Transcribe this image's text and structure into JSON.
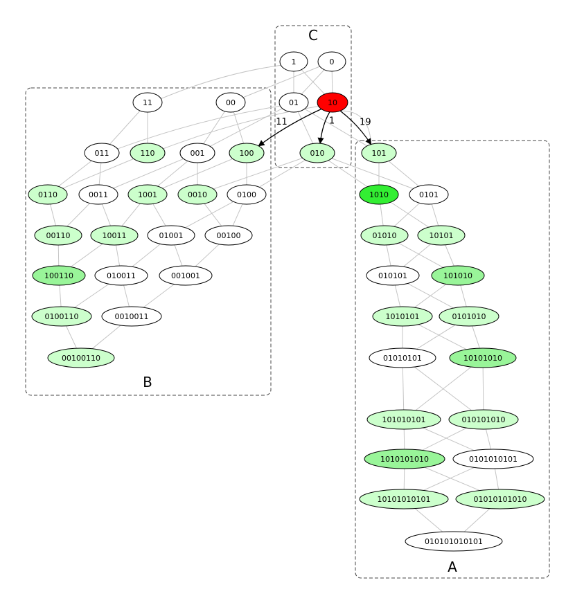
{
  "colors": {
    "white": "#ffffff",
    "light_green": "#ccffcc",
    "mid_green": "#99f599",
    "bright_green": "#33ee33",
    "red": "#ff0000"
  },
  "clusters": [
    {
      "id": "C",
      "label": "C"
    },
    {
      "id": "B",
      "label": "B"
    },
    {
      "id": "A",
      "label": "A"
    }
  ],
  "nodes": [
    {
      "id": "1",
      "label": "1",
      "fill": "white"
    },
    {
      "id": "0",
      "label": "0",
      "fill": "white"
    },
    {
      "id": "01",
      "label": "01",
      "fill": "white"
    },
    {
      "id": "10",
      "label": "10",
      "fill": "red"
    },
    {
      "id": "010",
      "label": "010",
      "fill": "light_green"
    },
    {
      "id": "11",
      "label": "11",
      "fill": "white"
    },
    {
      "id": "00",
      "label": "00",
      "fill": "white"
    },
    {
      "id": "011",
      "label": "011",
      "fill": "white"
    },
    {
      "id": "110",
      "label": "110",
      "fill": "light_green"
    },
    {
      "id": "001",
      "label": "001",
      "fill": "white"
    },
    {
      "id": "100",
      "label": "100",
      "fill": "light_green"
    },
    {
      "id": "0110",
      "label": "0110",
      "fill": "light_green"
    },
    {
      "id": "0011",
      "label": "0011",
      "fill": "white"
    },
    {
      "id": "1001",
      "label": "1001",
      "fill": "light_green"
    },
    {
      "id": "0010",
      "label": "0010",
      "fill": "light_green"
    },
    {
      "id": "0100",
      "label": "0100",
      "fill": "white"
    },
    {
      "id": "00110",
      "label": "00110",
      "fill": "light_green"
    },
    {
      "id": "10011",
      "label": "10011",
      "fill": "light_green"
    },
    {
      "id": "01001",
      "label": "01001",
      "fill": "white"
    },
    {
      "id": "00100",
      "label": "00100",
      "fill": "white"
    },
    {
      "id": "100110",
      "label": "100110",
      "fill": "mid_green"
    },
    {
      "id": "010011",
      "label": "010011",
      "fill": "white"
    },
    {
      "id": "001001",
      "label": "001001",
      "fill": "white"
    },
    {
      "id": "0100110",
      "label": "0100110",
      "fill": "light_green"
    },
    {
      "id": "0010011",
      "label": "0010011",
      "fill": "white"
    },
    {
      "id": "00100110",
      "label": "00100110",
      "fill": "light_green"
    },
    {
      "id": "101",
      "label": "101",
      "fill": "light_green"
    },
    {
      "id": "1010",
      "label": "1010",
      "fill": "bright_green"
    },
    {
      "id": "0101",
      "label": "0101",
      "fill": "white"
    },
    {
      "id": "01010",
      "label": "01010",
      "fill": "light_green"
    },
    {
      "id": "10101",
      "label": "10101",
      "fill": "light_green"
    },
    {
      "id": "010101",
      "label": "010101",
      "fill": "white"
    },
    {
      "id": "101010",
      "label": "101010",
      "fill": "mid_green"
    },
    {
      "id": "1010101",
      "label": "1010101",
      "fill": "light_green"
    },
    {
      "id": "0101010",
      "label": "0101010",
      "fill": "light_green"
    },
    {
      "id": "01010101",
      "label": "01010101",
      "fill": "white"
    },
    {
      "id": "10101010",
      "label": "10101010",
      "fill": "mid_green"
    },
    {
      "id": "101010101",
      "label": "101010101",
      "fill": "light_green"
    },
    {
      "id": "010101010",
      "label": "010101010",
      "fill": "light_green"
    },
    {
      "id": "1010101010",
      "label": "1010101010",
      "fill": "mid_green"
    },
    {
      "id": "0101010101",
      "label": "0101010101",
      "fill": "white"
    },
    {
      "id": "10101010101",
      "label": "10101010101",
      "fill": "light_green"
    },
    {
      "id": "01010101010",
      "label": "01010101010",
      "fill": "light_green"
    },
    {
      "id": "010101010101",
      "label": "010101010101",
      "fill": "white"
    }
  ],
  "edges": [
    {
      "from": "1",
      "to": "01"
    },
    {
      "from": "1",
      "to": "11"
    },
    {
      "from": "1",
      "to": "10"
    },
    {
      "from": "0",
      "to": "01"
    },
    {
      "from": "0",
      "to": "00"
    },
    {
      "from": "0",
      "to": "10"
    },
    {
      "from": "01",
      "to": "010"
    },
    {
      "from": "01",
      "to": "011"
    },
    {
      "from": "01",
      "to": "001"
    },
    {
      "from": "01",
      "to": "101"
    },
    {
      "from": "10",
      "to": "110"
    },
    {
      "from": "10",
      "to": "101",
      "bg": true
    },
    {
      "from": "11",
      "to": "011"
    },
    {
      "from": "11",
      "to": "110"
    },
    {
      "from": "00",
      "to": "001"
    },
    {
      "from": "00",
      "to": "100"
    },
    {
      "from": "011",
      "to": "0110"
    },
    {
      "from": "011",
      "to": "0011"
    },
    {
      "from": "110",
      "to": "0110"
    },
    {
      "from": "001",
      "to": "0011"
    },
    {
      "from": "001",
      "to": "1001"
    },
    {
      "from": "001",
      "to": "0010"
    },
    {
      "from": "100",
      "to": "1001"
    },
    {
      "from": "100",
      "to": "0100"
    },
    {
      "from": "010",
      "to": "0010"
    },
    {
      "from": "010",
      "to": "0100"
    },
    {
      "from": "010",
      "to": "1010"
    },
    {
      "from": "010",
      "to": "0101"
    },
    {
      "from": "0110",
      "to": "00110"
    },
    {
      "from": "0011",
      "to": "00110"
    },
    {
      "from": "0011",
      "to": "10011"
    },
    {
      "from": "1001",
      "to": "10011"
    },
    {
      "from": "1001",
      "to": "01001"
    },
    {
      "from": "0010",
      "to": "00100"
    },
    {
      "from": "0100",
      "to": "01001"
    },
    {
      "from": "0100",
      "to": "00100"
    },
    {
      "from": "00110",
      "to": "100110"
    },
    {
      "from": "10011",
      "to": "100110"
    },
    {
      "from": "10011",
      "to": "010011"
    },
    {
      "from": "01001",
      "to": "010011"
    },
    {
      "from": "01001",
      "to": "001001"
    },
    {
      "from": "00100",
      "to": "001001"
    },
    {
      "from": "100110",
      "to": "0100110"
    },
    {
      "from": "010011",
      "to": "0100110"
    },
    {
      "from": "010011",
      "to": "0010011"
    },
    {
      "from": "001001",
      "to": "0010011"
    },
    {
      "from": "0100110",
      "to": "00100110"
    },
    {
      "from": "0010011",
      "to": "00100110"
    },
    {
      "from": "101",
      "to": "1010"
    },
    {
      "from": "101",
      "to": "0101"
    },
    {
      "from": "1010",
      "to": "01010"
    },
    {
      "from": "1010",
      "to": "10101"
    },
    {
      "from": "0101",
      "to": "01010"
    },
    {
      "from": "0101",
      "to": "10101"
    },
    {
      "from": "01010",
      "to": "010101"
    },
    {
      "from": "01010",
      "to": "101010"
    },
    {
      "from": "10101",
      "to": "010101"
    },
    {
      "from": "10101",
      "to": "101010"
    },
    {
      "from": "010101",
      "to": "1010101"
    },
    {
      "from": "010101",
      "to": "0101010"
    },
    {
      "from": "101010",
      "to": "1010101"
    },
    {
      "from": "101010",
      "to": "0101010"
    },
    {
      "from": "1010101",
      "to": "01010101"
    },
    {
      "from": "1010101",
      "to": "10101010"
    },
    {
      "from": "0101010",
      "to": "01010101"
    },
    {
      "from": "0101010",
      "to": "10101010"
    },
    {
      "from": "01010101",
      "to": "101010101"
    },
    {
      "from": "01010101",
      "to": "010101010"
    },
    {
      "from": "10101010",
      "to": "101010101"
    },
    {
      "from": "10101010",
      "to": "010101010"
    },
    {
      "from": "101010101",
      "to": "1010101010"
    },
    {
      "from": "101010101",
      "to": "0101010101"
    },
    {
      "from": "010101010",
      "to": "1010101010"
    },
    {
      "from": "010101010",
      "to": "0101010101"
    },
    {
      "from": "1010101010",
      "to": "10101010101"
    },
    {
      "from": "1010101010",
      "to": "01010101010"
    },
    {
      "from": "0101010101",
      "to": "10101010101"
    },
    {
      "from": "0101010101",
      "to": "01010101010"
    },
    {
      "from": "10101010101",
      "to": "010101010101"
    },
    {
      "from": "01010101010",
      "to": "010101010101"
    }
  ],
  "arrows": [
    {
      "from": "10",
      "to": "100",
      "label": "11"
    },
    {
      "from": "10",
      "to": "010",
      "label": "1"
    },
    {
      "from": "10",
      "to": "101",
      "label": "19"
    }
  ]
}
